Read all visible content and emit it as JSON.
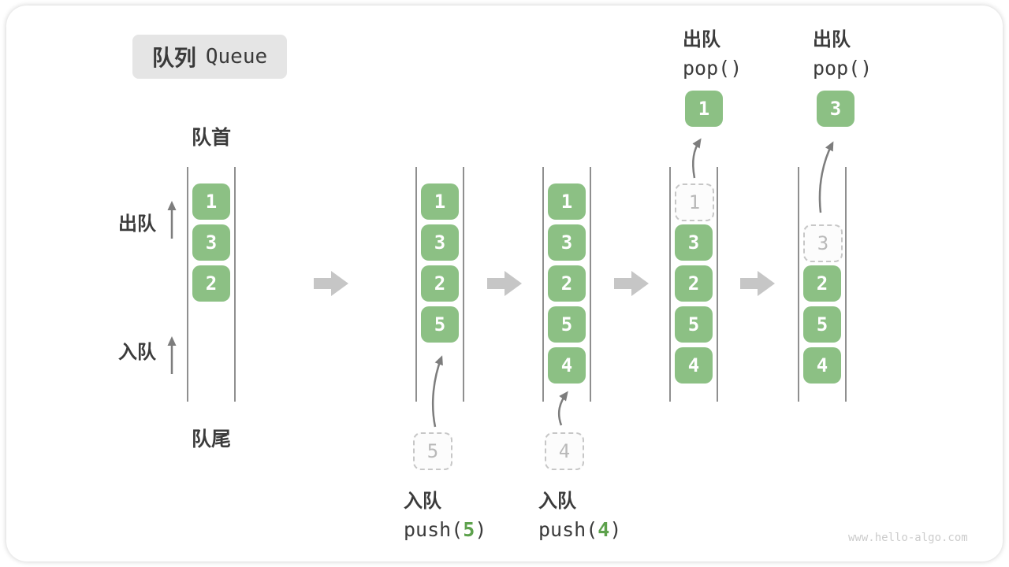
{
  "title": {
    "zh": "队列",
    "en": "Queue"
  },
  "labels": {
    "front": "队首",
    "rear": "队尾",
    "dequeue": "出队",
    "enqueue": "入队"
  },
  "watermark": "www.hello-algo.com",
  "colors": {
    "box_green": "#8cc084",
    "arg_green": "#5da14c",
    "dark_text": "#3b3b3b",
    "dashed_gray": "#c7c7c7",
    "block_arrow_gray": "#c6c6c6"
  },
  "states": [
    {
      "boxes": [
        "1",
        "3",
        "2"
      ]
    },
    {
      "boxes": [
        "1",
        "3",
        "2",
        "5"
      ],
      "incoming": "5",
      "op": {
        "name": "入队",
        "fn_pre": "push(",
        "arg": "5",
        "fn_post": ")"
      }
    },
    {
      "boxes": [
        "1",
        "3",
        "2",
        "5",
        "4"
      ],
      "incoming": "4",
      "op": {
        "name": "入队",
        "fn_pre": "push(",
        "arg": "4",
        "fn_post": ")"
      }
    },
    {
      "popped": "1",
      "boxes": [
        "3",
        "2",
        "5",
        "4"
      ],
      "floating": "1",
      "op": {
        "name": "出队",
        "fn": "pop()"
      }
    },
    {
      "popped": "3",
      "boxes": [
        "2",
        "5",
        "4"
      ],
      "floating": "3",
      "op": {
        "name": "出队",
        "fn": "pop()"
      }
    }
  ]
}
